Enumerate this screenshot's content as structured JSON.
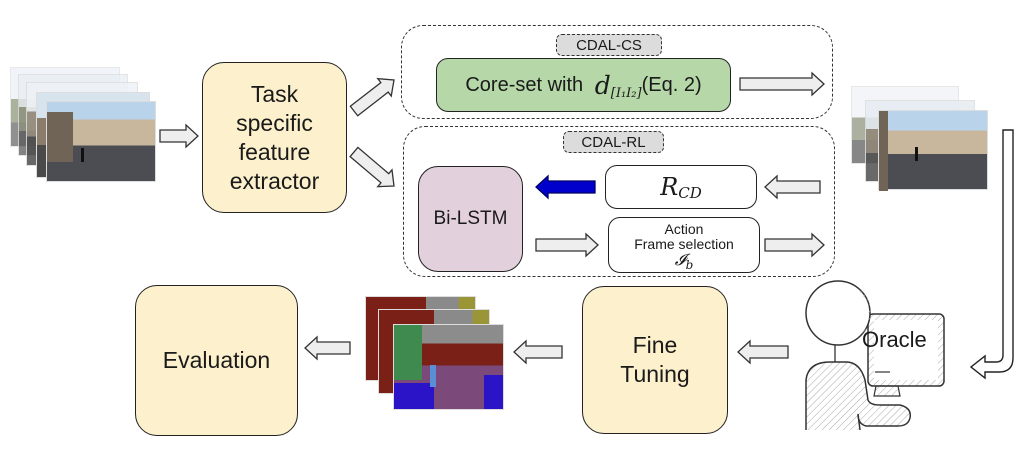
{
  "diagram": {
    "input_frames": {
      "label": "input-video-frames",
      "count": 5
    },
    "feature_extractor": {
      "lines": [
        "Task",
        "specific",
        "feature",
        "extractor"
      ]
    },
    "cdal_cs": {
      "tag": "CDAL-CS",
      "box_prefix": "Core-set with ",
      "box_math": "d",
      "box_subscript": "[I₁I₂]",
      "box_suffix": "(Eq. 2)"
    },
    "cdal_rl": {
      "tag": "CDAL-RL",
      "bilstm": "Bi-LSTM",
      "reward_math": "R",
      "reward_subscript": "CD",
      "action_line1": "Action",
      "action_line2": "Frame selection",
      "action_math": "𝓘",
      "action_subscript": "b"
    },
    "selected_frames": {
      "label": "selected-frames",
      "count": 3
    },
    "oracle": {
      "label": "Oracle"
    },
    "fine_tuning": {
      "lines": [
        "Fine",
        "Tuning"
      ]
    },
    "segmentation_maps": {
      "label": "segmentation-maps",
      "count": 3
    },
    "evaluation": {
      "label": "Evaluation"
    },
    "colors": {
      "yellow_box": "#fcf0cd",
      "green_box": "#b6d7a8",
      "pink_box": "#e3d0dd",
      "tag_fill": "#dcdcdc",
      "arrow_fill": "#eeeeee",
      "reward_arrow": "#0000cc"
    }
  }
}
